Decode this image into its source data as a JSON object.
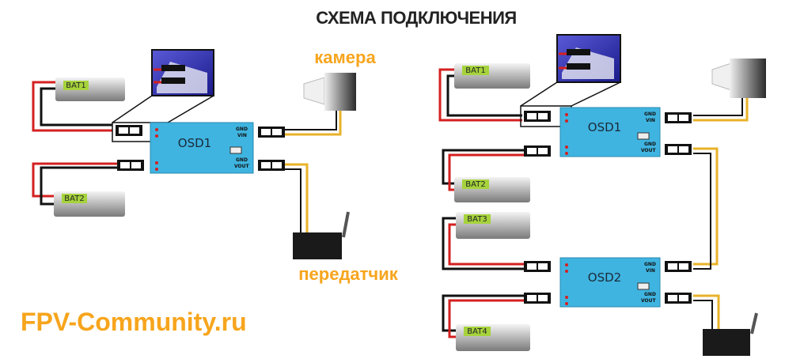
{
  "title": "СХЕМА ПОДКЛЮЧЕНИЯ",
  "watermark": "FPV-Community.ru",
  "labels": {
    "camera": "камера",
    "transmitter": "передатчик"
  },
  "boards": {
    "osd1": "OSD1",
    "osd2": "OSD2",
    "pin_gnd": "GND",
    "pin_vin": "VIN",
    "pin_vout": "VOUT"
  },
  "batteries": {
    "bat1": "BAT1",
    "bat2": "BAT2",
    "bat3": "BAT3",
    "bat4": "BAT4"
  },
  "colors": {
    "title": "#222222",
    "accent_orange": "#f7a51d",
    "board": "#3fb4e0",
    "wire_red": "#d42020",
    "wire_black": "#111111",
    "wire_yellow": "#e8b22a",
    "battery_label": "#a6d33c"
  }
}
